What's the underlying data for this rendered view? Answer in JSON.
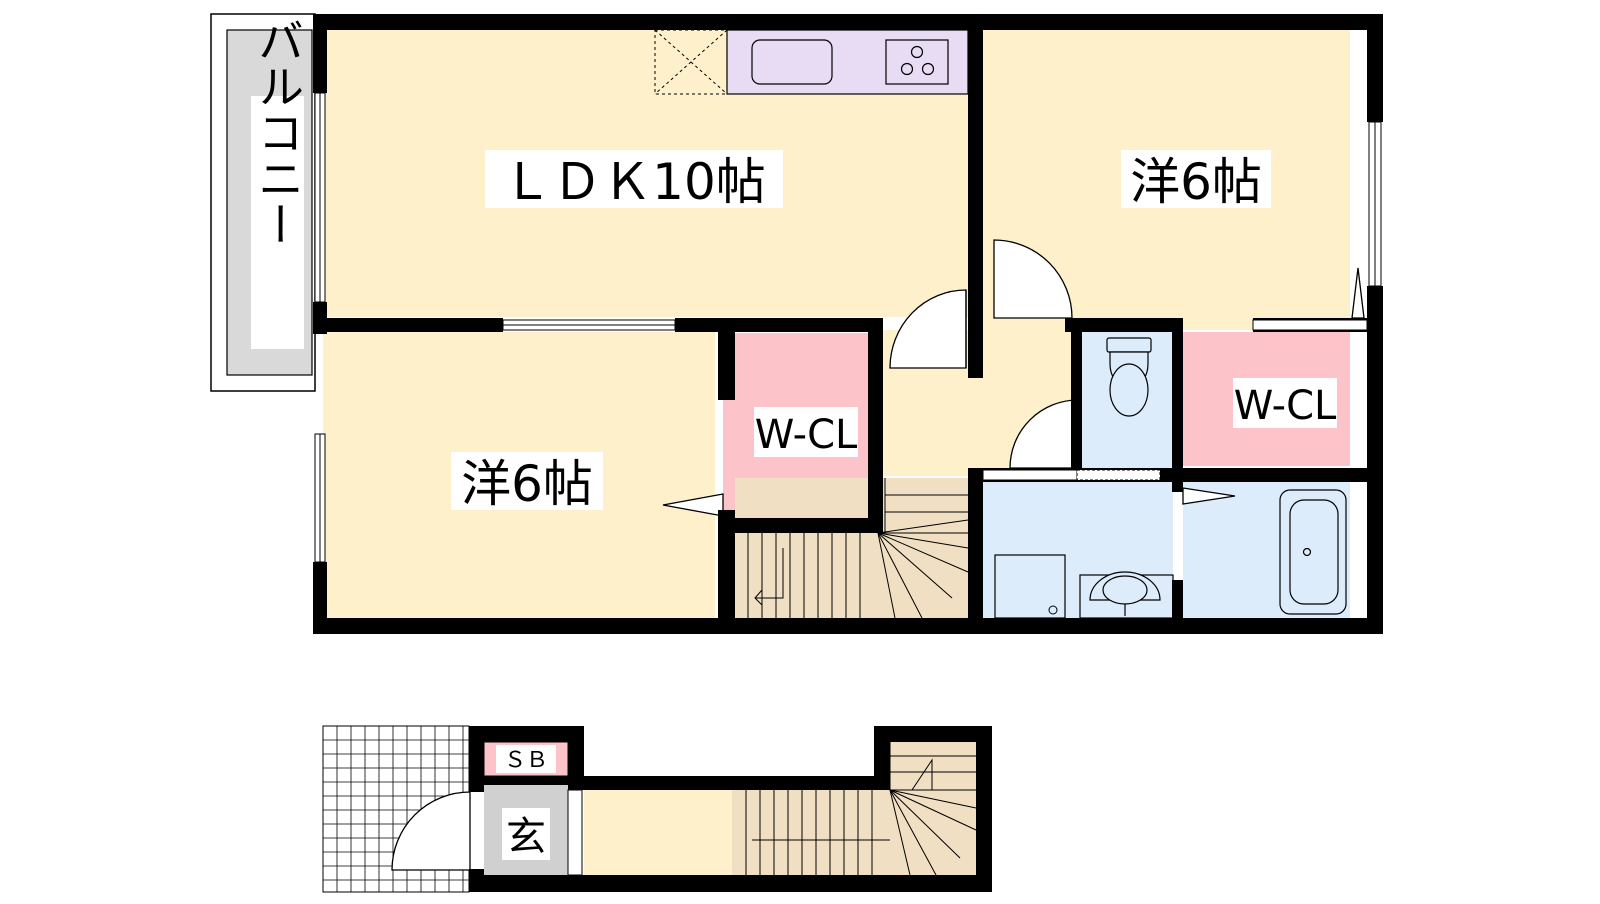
{
  "colors": {
    "background": "#ffffff",
    "wall": "#000000",
    "room_floor": "#fdf0cb",
    "kitchen_counter": "#e8dcf4",
    "closet": "#fcc4c8",
    "wet_area": "#dcecfb",
    "balcony": "#d9d9d9",
    "genkan": "#d0d0d0",
    "stairs": "#f1dfc3",
    "shoe_box": "#fcc4c8"
  },
  "upper_floor": {
    "balcony_label": "バルコニー",
    "ldk_label": "ＬＤＫ10帖",
    "bedroom_east_label": "洋6帖",
    "bedroom_west_label": "洋6帖",
    "closet_west_label": "W-CL",
    "closet_east_label": "W-CL"
  },
  "lower_floor": {
    "shoe_box_label": "ＳＢ",
    "entrance_label": "玄"
  },
  "icons": [
    "kitchen-sink-icon",
    "stove-icon",
    "toilet-icon",
    "washbasin-icon",
    "bathtub-icon",
    "washing-machine-icon",
    "door-swing-icon",
    "stairs-icon"
  ]
}
